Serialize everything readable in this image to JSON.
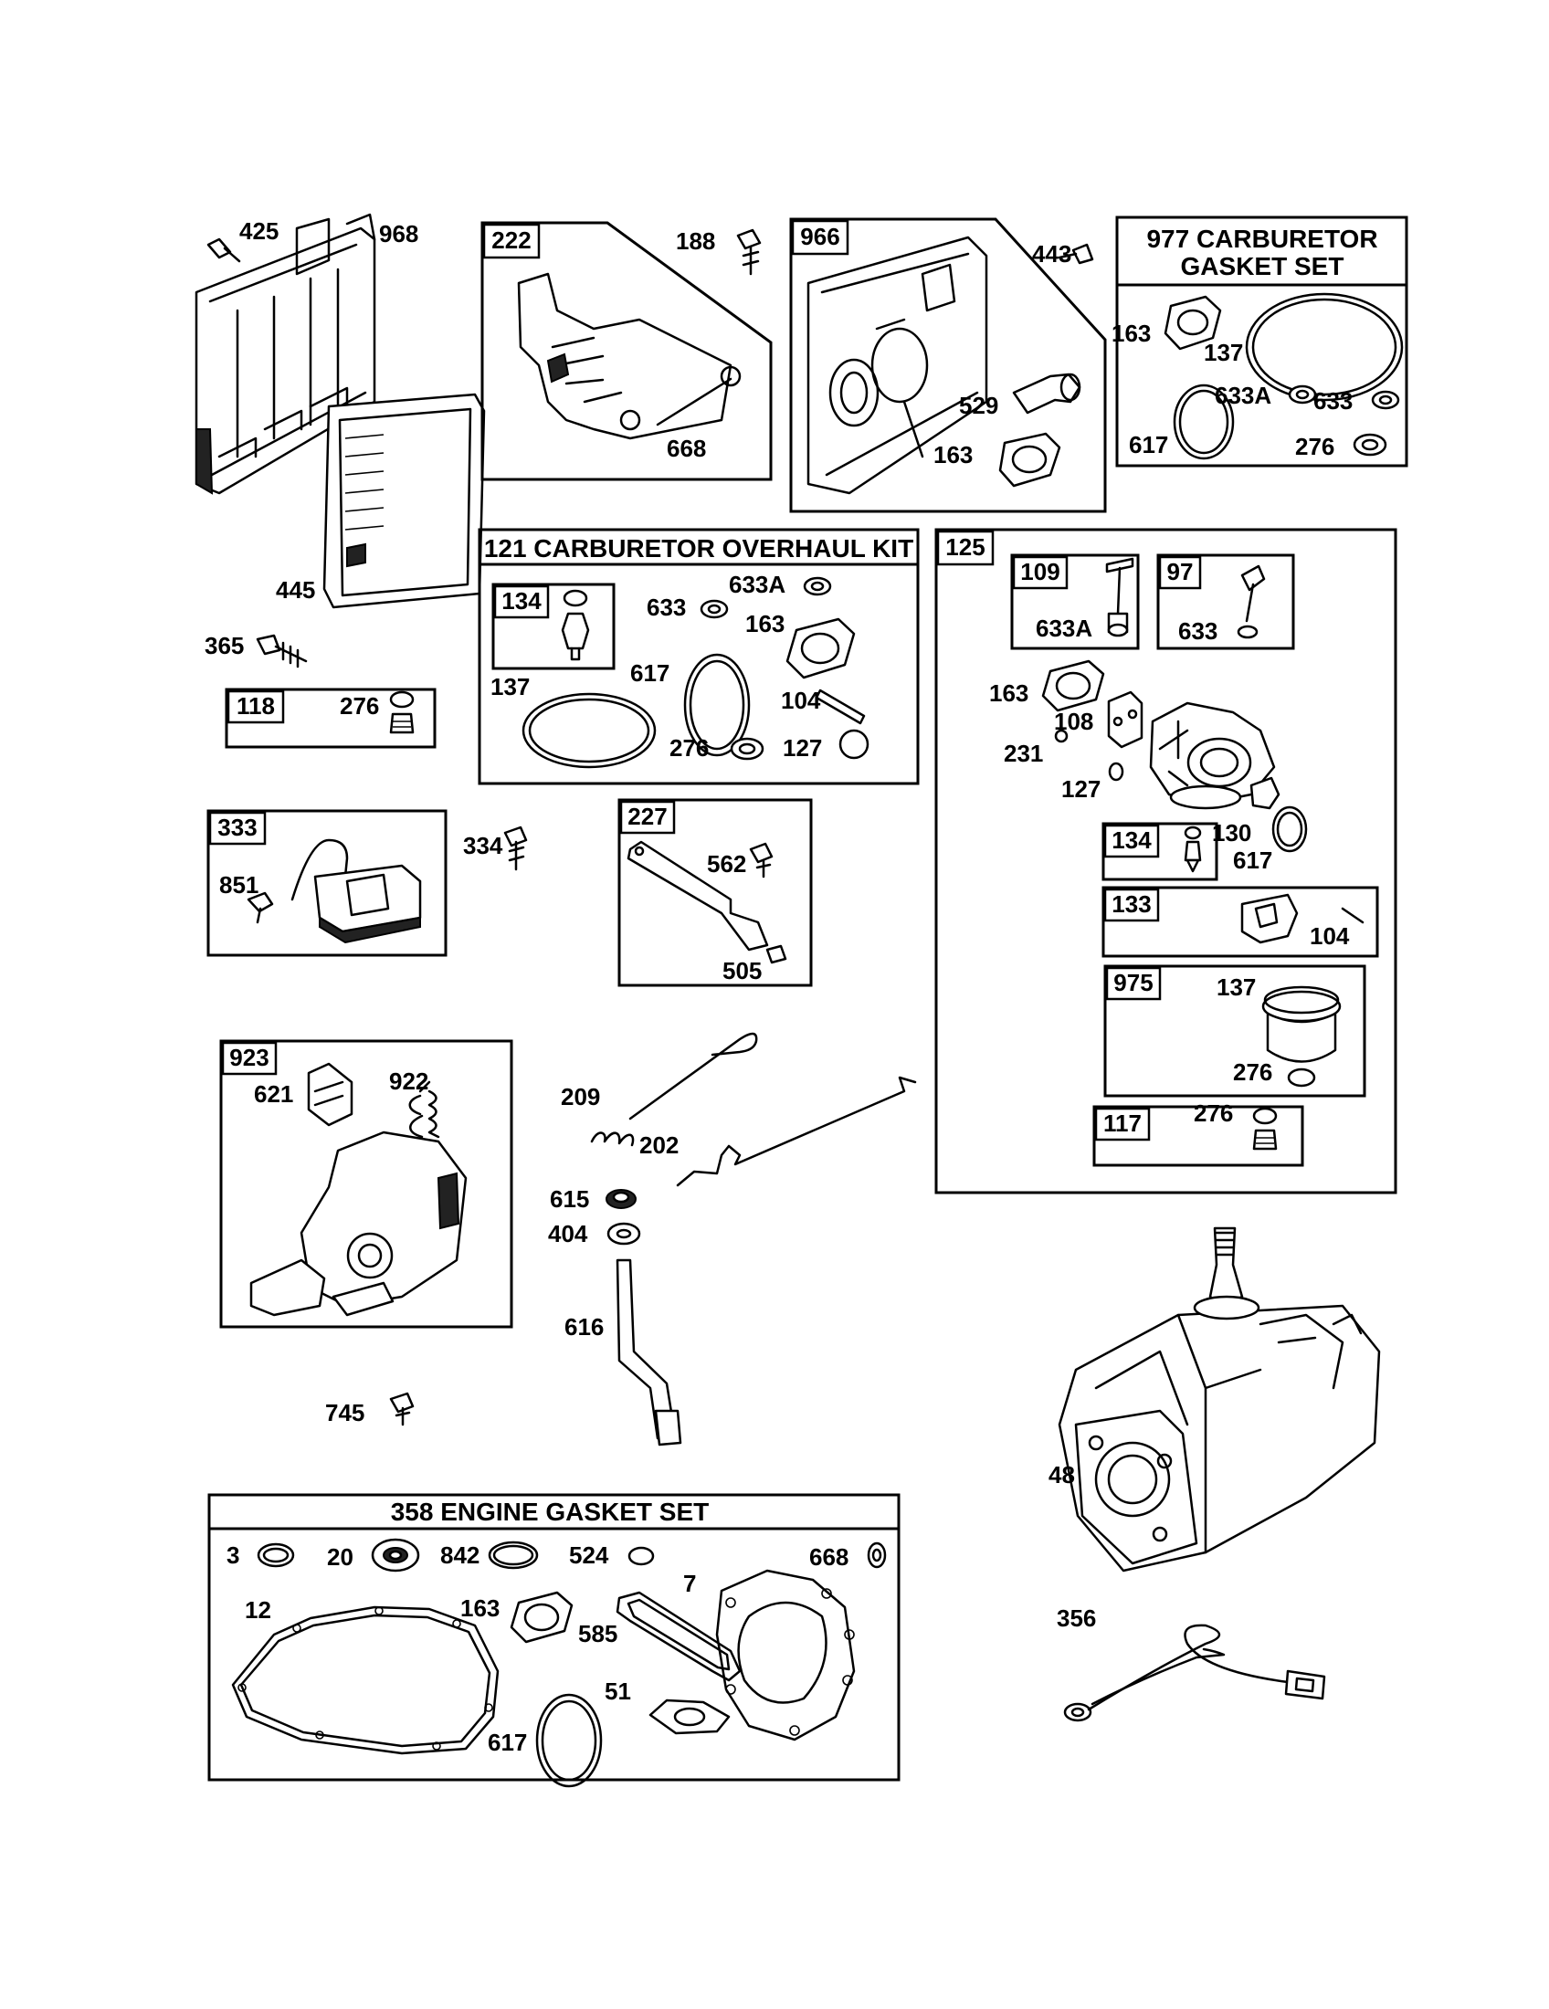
{
  "callouts": {
    "p425": "425",
    "p968": "968",
    "p445": "445",
    "p365": "365",
    "p188": "188",
    "p668a": "668",
    "p443": "443",
    "p529": "529",
    "p163a": "163",
    "p163b": "163",
    "p137a": "137",
    "p633Aa": "633A",
    "p633a": "633",
    "p617a": "617",
    "p276a": "276",
    "p276b": "276",
    "p633b": "633",
    "p633Ab": "633A",
    "p163c": "163",
    "p137b": "137",
    "p617b": "617",
    "p104a": "104",
    "p276c": "276",
    "p127a": "127",
    "p633Ac": "633A",
    "p633c": "633",
    "p163d": "163",
    "p108": "108",
    "p231": "231",
    "p127b": "127",
    "p130": "130",
    "p617c": "617",
    "p104b": "104",
    "p137c": "137",
    "p276d": "276",
    "p276e": "276",
    "p334": "334",
    "p851": "851",
    "p562": "562",
    "p505": "505",
    "p621": "621",
    "p922": "922",
    "p209": "209",
    "p202": "202",
    "p615": "615",
    "p404": "404",
    "p616": "616",
    "p745": "745",
    "p48": "48",
    "p356": "356",
    "p3": "3",
    "p20": "20",
    "p842": "842",
    "p524": "524",
    "p668b": "668",
    "p7": "7",
    "p12": "12",
    "p163e": "163",
    "p585": "585",
    "p51": "51",
    "p617d": "617"
  },
  "tags": {
    "t222": "222",
    "t966": "966",
    "t118": "118",
    "t134a": "134",
    "t125": "125",
    "t109": "109",
    "t97": "97",
    "t134b": "134",
    "t133": "133",
    "t975": "975",
    "t117": "117",
    "t333": "333",
    "t227": "227",
    "t923": "923"
  },
  "titles": {
    "carb_gasket_1": "977 CARBURETOR",
    "carb_gasket_2": "GASKET SET",
    "overhaul": "121 CARBURETOR OVERHAUL KIT",
    "engine_gasket": "358 ENGINE GASKET SET"
  }
}
